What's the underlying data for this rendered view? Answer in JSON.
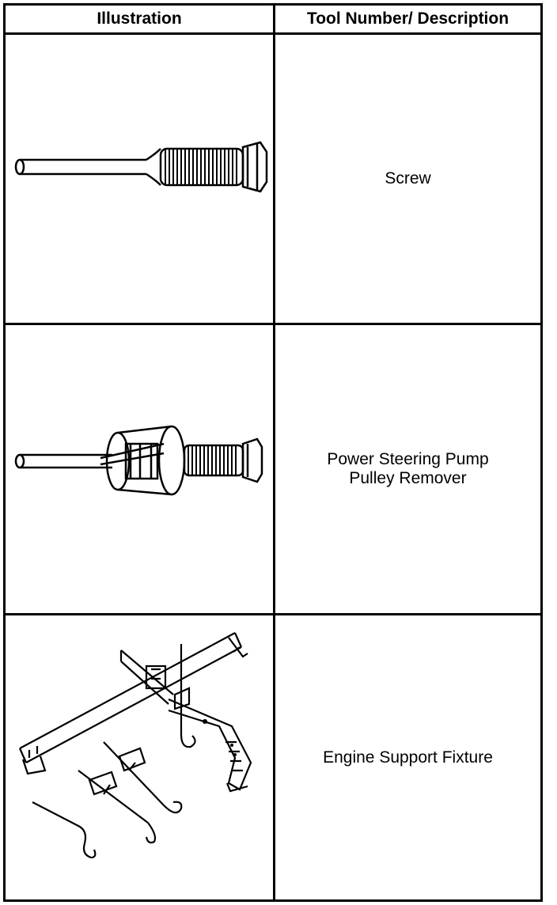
{
  "header": {
    "illustration": "Illustration",
    "description": "Tool Number/ Description"
  },
  "rows": [
    {
      "illustration_icon": "screw-icon",
      "description_lines": [
        "Screw"
      ]
    },
    {
      "illustration_icon": "pulley-remover-icon",
      "description_lines": [
        "Power Steering Pump",
        "Pulley Remover"
      ]
    },
    {
      "illustration_icon": "engine-support-fixture-icon",
      "description_lines": [
        "Engine Support Fixture"
      ]
    }
  ]
}
